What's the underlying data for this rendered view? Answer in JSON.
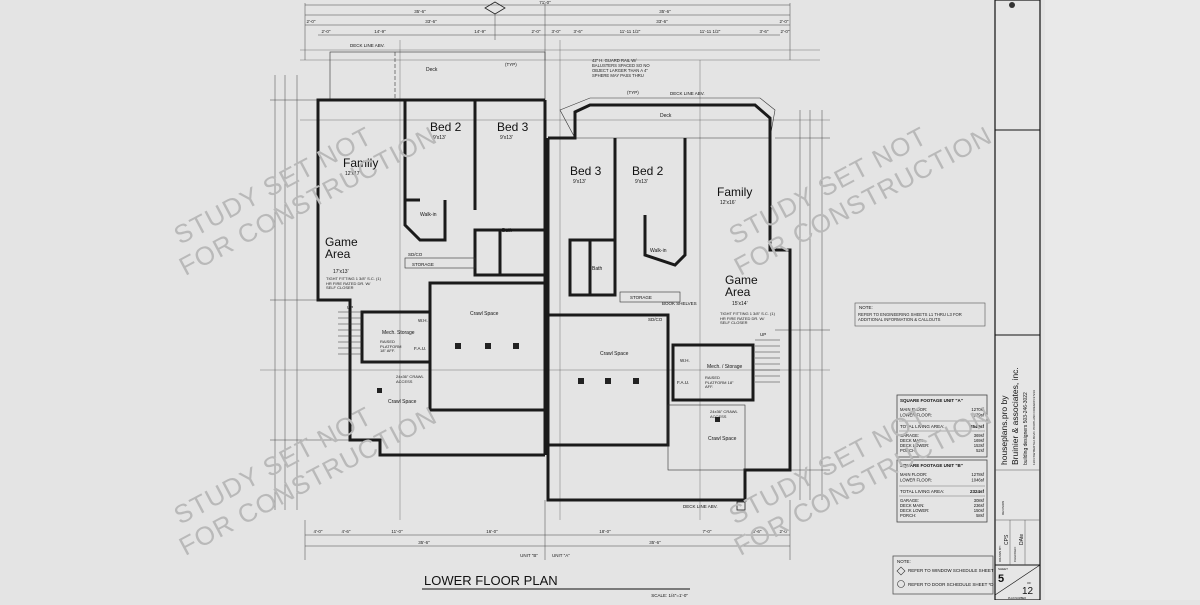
{
  "plan": {
    "title": "LOWER FLOOR PLAN",
    "scale": "SCALE: 1/4\"=1'-0\""
  },
  "watermark": {
    "line1": "STUDY SET NOT",
    "line2": "FOR CONSTRUCTION"
  },
  "rooms": {
    "left_unit": [
      {
        "name": "Family",
        "size": "12'x17'"
      },
      {
        "name": "Bed 2",
        "size": "9'x13'"
      },
      {
        "name": "Bed 3",
        "size": "9'x13'"
      },
      {
        "name": "Game Area",
        "size": "17'x13'"
      },
      {
        "name": "Walk-in",
        "size": ""
      },
      {
        "name": "Bath",
        "size": ""
      },
      {
        "name": "Mech. Storage",
        "size": ""
      },
      {
        "name": "Crawl Space",
        "size": ""
      },
      {
        "name": "Crawl Space",
        "size": ""
      },
      {
        "name": "Deck",
        "size": ""
      }
    ],
    "right_unit": [
      {
        "name": "Bed 3",
        "size": "9'x13'"
      },
      {
        "name": "Bed 2",
        "size": "9'x13'"
      },
      {
        "name": "Family",
        "size": "12'x16'"
      },
      {
        "name": "Game Area",
        "size": "15'x14'"
      },
      {
        "name": "Walk-in",
        "size": ""
      },
      {
        "name": "Bath",
        "size": ""
      },
      {
        "name": "Mech. / Storage",
        "size": ""
      },
      {
        "name": "Crawl Space",
        "size": ""
      },
      {
        "name": "Crawl Space",
        "size": ""
      },
      {
        "name": "Deck",
        "size": ""
      }
    ]
  },
  "annotations": {
    "deck_line": "DECK LINE ABV.",
    "storage": "STORAGE",
    "book_shelves": "BOOK SHELVES",
    "smoke_co": "SD/CO",
    "typ": "(TYP)",
    "guard_rail": "42\" H. GUARD RAIL W/ BALUSTERS SPACED SO NO OBJECT LARGER THAN A 4\" SPHERE MAY PASS THRU",
    "door_note": "TIGHT FITTING 1 3/8\" S.C. (1) HR FIRE RATED DR. W/ SELF CLOSER",
    "platform": "RAISED PLATFORM 18\" AFF.",
    "crawl_access": "24x36\" CRAWL ACCESS",
    "fau": "F.A.U.",
    "wh": "W.H.",
    "up": "UP",
    "unit_b": "UNIT \"B\"",
    "unit_a": "UNIT \"A\""
  },
  "dimensions": {
    "top_overall": "71'-0\"",
    "top_halves": [
      "35'-6\"",
      "35'-6\""
    ],
    "top_units": [
      "2'-0\"",
      "33'-6\"",
      "33'-6\"",
      "2'-0\""
    ],
    "top_detail": [
      "2'-0\"",
      "14'-9\"",
      "14'-9\"",
      "2'-0\"",
      "3'-0\"",
      "3'-6\"",
      "11'-11 1/2\"",
      "11'-11 1/2\"",
      "3'-6\"",
      "2'-0\""
    ],
    "bottom_detail": [
      "4'-0\"",
      "4'-6\"",
      "11'-0\"",
      "16'-0\"",
      "18'-0\"",
      "7'-0\"",
      "6'-6\"",
      "2'-0\""
    ],
    "bottom_halves": [
      "35'-6\"",
      "35'-6\""
    ]
  },
  "note_engineering": {
    "heading": "NOTE:",
    "text": "REFER TO ENGINEERING SHEETS L1 THRU L3 FOR ADDITIONAL INFORMATION & CALLOUTS"
  },
  "square_footage": [
    {
      "title": "SQUARE FOOTAGE UNIT \"A\"",
      "rows": [
        [
          "MAIN FLOOR:",
          "1270sf"
        ],
        [
          "LOWER FLOOR:",
          "1279sf"
        ]
      ],
      "total": [
        "TOTAL LIVING AREA:",
        "2549sf"
      ],
      "extra": [
        [
          "GARAGE:",
          "369sf"
        ],
        [
          "DECK MAIN:",
          "169sf"
        ],
        [
          "DECK LOWER:",
          "153sf"
        ],
        [
          "PORCH:",
          "52sf"
        ]
      ]
    },
    {
      "title": "SQUARE FOOTAGE UNIT \"B\"",
      "rows": [
        [
          "MAIN FLOOR:",
          "1278sf"
        ],
        [
          "LOWER FLOOR:",
          "1046sf"
        ]
      ],
      "total": [
        "TOTAL LIVING AREA:",
        "2324sf"
      ],
      "extra": [
        [
          "GARAGE:",
          "308sf"
        ],
        [
          "DECK MAIN:",
          "236sf"
        ],
        [
          "DECK LOWER:",
          "150sf"
        ],
        [
          "PORCH:",
          "58sf"
        ]
      ]
    }
  ],
  "note_schedules": {
    "heading": "NOTE:",
    "items": [
      "REFER TO WINDOW SCHEDULE SHEET *D",
      "REFER TO DOOR SCHEDULE SHEET *D"
    ]
  },
  "title_block": {
    "company_line1": "houseplans.pro by",
    "company_line2": "Bruinier & associates, inc.",
    "company_line3": "building designers 503-246-3022",
    "address": "1304 SW BERTHA BLVD. PORTLAND OREGON 97219",
    "revision_label": "REVISION",
    "drawn_label": "DRAWN BY:",
    "drawn_value": "CPS",
    "checked_label": "CHECKED:",
    "date_value": "DAte",
    "sheet_label": "SHEET",
    "sheet_number": "5",
    "of_label": "OF",
    "sheet_total": "12",
    "plan_number_label": "PLAN NUMBER"
  },
  "colors": {
    "background": "#e4e4e4",
    "ink": "#1a1a1a",
    "watermark": "#b9b9b9"
  }
}
